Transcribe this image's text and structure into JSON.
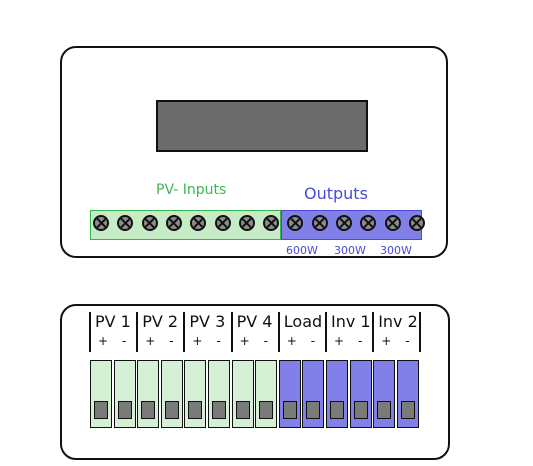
{
  "top_panel": {
    "pv_inputs_label": "PV- Inputs",
    "outputs_label": "Outputs",
    "pv_screw_count": 8,
    "output_screw_count": 6,
    "output_ratings": [
      "600W",
      "300W",
      "300W"
    ]
  },
  "bottom_panel": {
    "channels": [
      {
        "name": "PV 1",
        "plus": "+",
        "minus": "-",
        "group": "pv"
      },
      {
        "name": "PV 2",
        "plus": "+",
        "minus": "-",
        "group": "pv"
      },
      {
        "name": "PV 3",
        "plus": "+",
        "minus": "-",
        "group": "pv"
      },
      {
        "name": "PV 4",
        "plus": "+",
        "minus": "-",
        "group": "pv"
      },
      {
        "name": "Load",
        "plus": "+",
        "minus": "-",
        "group": "out"
      },
      {
        "name": "Inv 1",
        "plus": "+",
        "minus": "-",
        "group": "out"
      },
      {
        "name": "Inv 2",
        "plus": "+",
        "minus": "-",
        "group": "out"
      }
    ]
  },
  "colors": {
    "pv_green": "#3fb654",
    "output_blue": "#4a4adb",
    "display_gray": "#6b6b6b"
  }
}
